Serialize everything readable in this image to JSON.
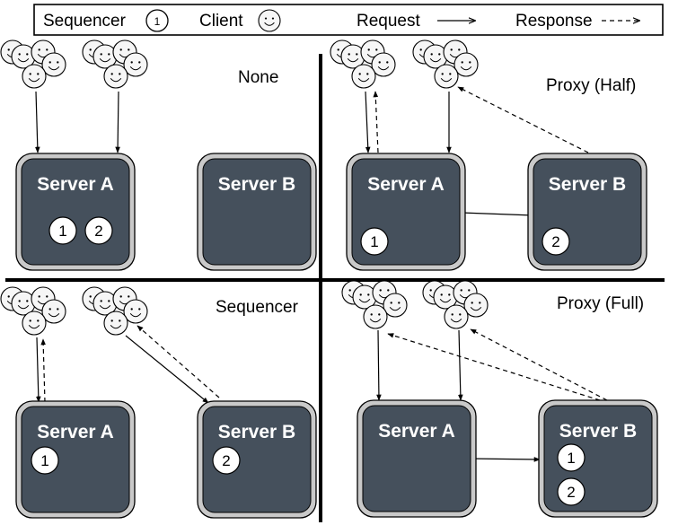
{
  "legend": {
    "sequencer_label": "Sequencer",
    "sequencer_symbol": "1",
    "client_label": "Client",
    "request_label": "Request",
    "response_label": "Response"
  },
  "panels": [
    {
      "title": "None",
      "servers": [
        {
          "label": "Server A",
          "tokens": [
            "1",
            "2"
          ]
        },
        {
          "label": "Server B",
          "tokens": []
        }
      ]
    },
    {
      "title": "Proxy (Half)",
      "servers": [
        {
          "label": "Server A",
          "tokens": [
            "1"
          ]
        },
        {
          "label": "Server B",
          "tokens": [
            "2"
          ]
        }
      ]
    },
    {
      "title": "Sequencer",
      "servers": [
        {
          "label": "Server A",
          "tokens": [
            "1"
          ]
        },
        {
          "label": "Server B",
          "tokens": [
            "2"
          ]
        }
      ]
    },
    {
      "title": "Proxy (Full)",
      "servers": [
        {
          "label": "Server A",
          "tokens": []
        },
        {
          "label": "Server B",
          "tokens": [
            "1",
            "2"
          ]
        }
      ]
    }
  ],
  "colors": {
    "server_fill": "#45505c",
    "server_outer": "#c9c9c9",
    "server_text": "#ffffff",
    "token_fill": "#ffffff",
    "face_fill": "#f6f6f6",
    "line": "#000000"
  },
  "icons": [
    "smiley-face-icon"
  ]
}
